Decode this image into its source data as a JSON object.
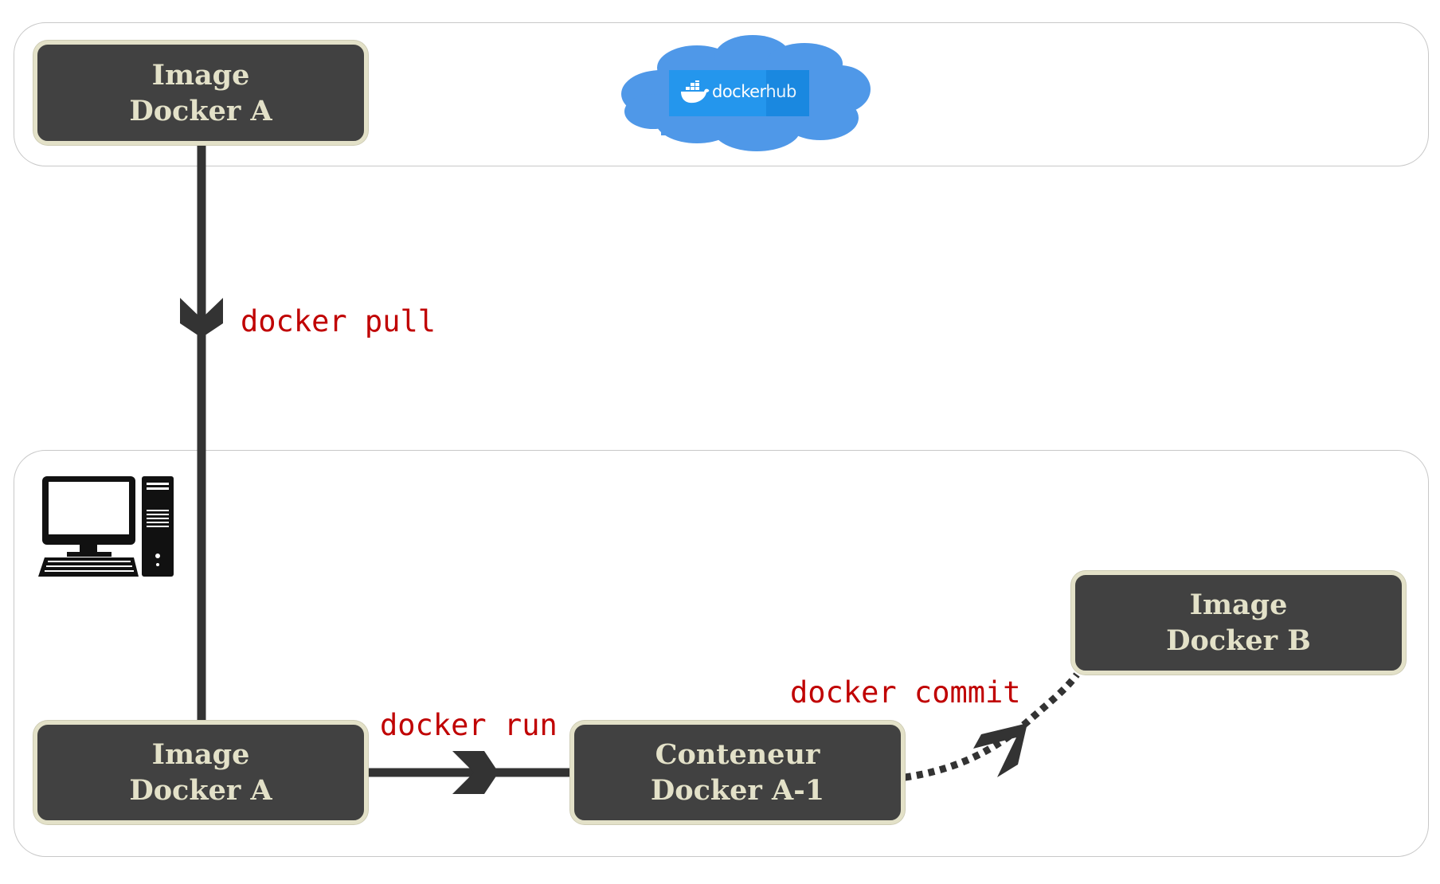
{
  "cloud_region": {
    "image_box": {
      "line1": "Image",
      "line2": "Docker A"
    },
    "logo": {
      "icon": "docker-whale-icon",
      "word1": "docker",
      "word2": "hub"
    }
  },
  "local_region": {
    "computer_icon": "desktop-computer-icon",
    "image_box": {
      "line1": "Image",
      "line2": "Docker A"
    },
    "container_box": {
      "line1": "Conteneur",
      "line2": "Docker A-1"
    },
    "image_b_box": {
      "line1": "Image",
      "line2": "Docker B"
    }
  },
  "commands": {
    "pull": "docker pull",
    "run": "docker run",
    "commit": "docker commit"
  },
  "colors": {
    "box_fill": "#414141",
    "box_text": "#e3e1c8",
    "command_text": "#c00000",
    "cloud": "#4f98e8",
    "docker_blue": "#2496ed"
  }
}
